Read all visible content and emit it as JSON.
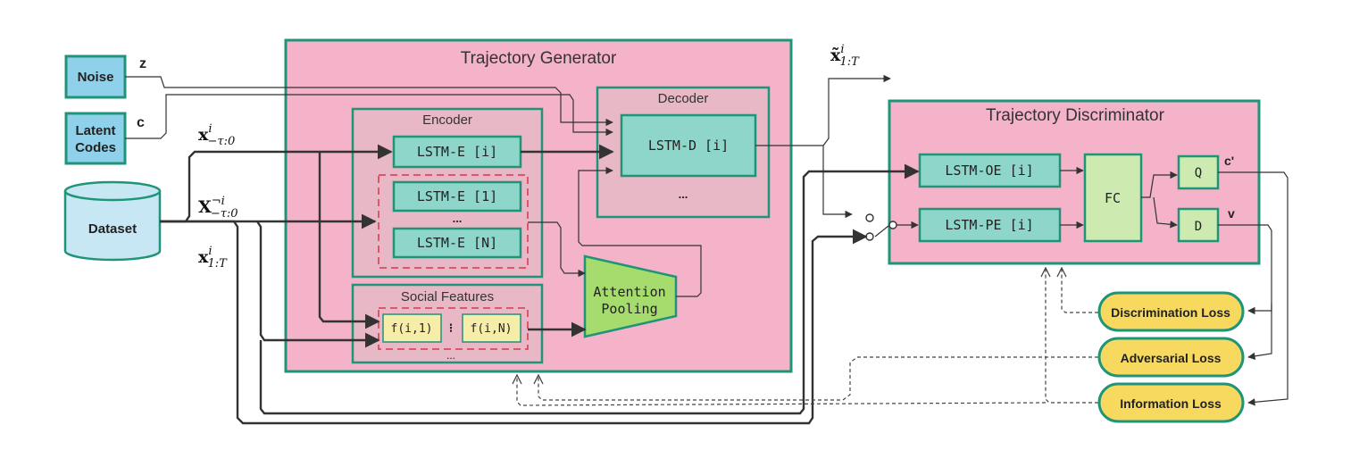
{
  "colors": {
    "generator_fill": "#f4b3c8",
    "module_border": "#1f9478",
    "module_fill": "#e8b8c6",
    "lstm_fill": "#8ed6c9",
    "input_fill": "#8fd0ea",
    "dataset_fill": "#c7e7f5",
    "feature_fill": "#f6eea8",
    "pool_fill": "#a6dc6e",
    "fc_fill": "#cdebb1",
    "loss_fill": "#f6d95e",
    "dashed_red": "#d9354c",
    "line": "#333333"
  },
  "inputs": {
    "noise": "Noise",
    "latent_codes": "Latent Codes",
    "dataset": "Dataset",
    "z": "z",
    "c": "c"
  },
  "symbols": {
    "x_obs_main": "x",
    "x_obs_sup": "i",
    "x_obs_sub": "−τ:0",
    "x_others_main": "X",
    "x_others_sup": "¬i",
    "x_others_sub": "−τ:0",
    "x_real_main": "x",
    "x_real_sup": "i",
    "x_real_sub": "1:T",
    "x_gen_main": "x̃",
    "x_gen_sup": "i",
    "x_gen_sub": "1:T",
    "c_prime": "c'",
    "v": "v"
  },
  "generator": {
    "title": "Trajectory Generator",
    "encoder_title": "Encoder",
    "lstm_e_i": "LSTM-E [i]",
    "lstm_e_1": "LSTM-E [1]",
    "lstm_e_dots": "...",
    "lstm_e_n": "LSTM-E [N]",
    "decoder_title": "Decoder",
    "lstm_d": "LSTM-D [i]",
    "decoder_dots": "...",
    "social_title": "Social Features",
    "f_i1": "f(i,1)",
    "f_sep": "⁝",
    "f_in": "f(i,N)",
    "social_dots": "...",
    "attention_line1": "Attention",
    "attention_line2": "Pooling"
  },
  "discriminator": {
    "title": "Trajectory Discriminator",
    "lstm_oe": "LSTM-OE [i]",
    "lstm_pe": "LSTM-PE [i]",
    "fc": "FC",
    "q": "Q",
    "d": "D"
  },
  "losses": {
    "discrimination": "Discrimination Loss",
    "adversarial": "Adversarial Loss",
    "information": "Information Loss"
  }
}
